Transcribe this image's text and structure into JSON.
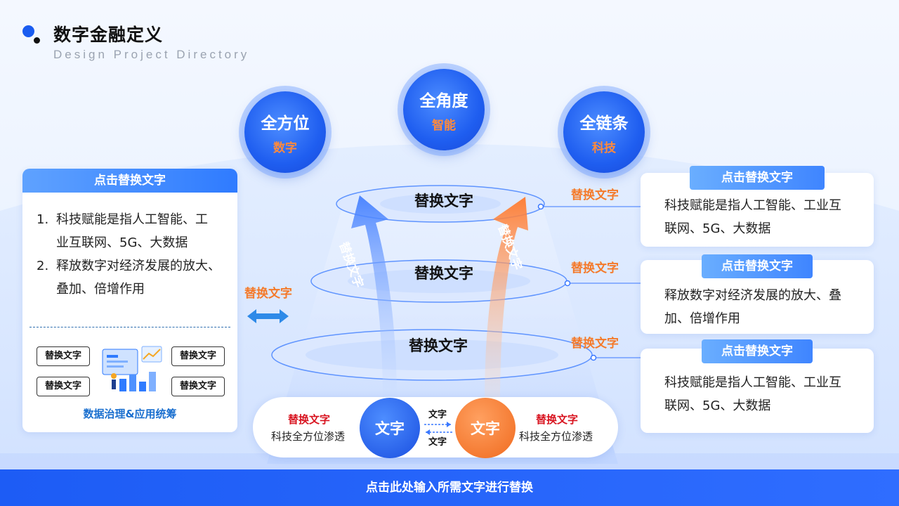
{
  "header": {
    "title": "数字金融定义",
    "subtitle": "Design Project Directory"
  },
  "top_circles": [
    {
      "main": "全方位",
      "sub": "数字"
    },
    {
      "main": "全角度",
      "sub": "智能"
    },
    {
      "main": "全链条",
      "sub": "科技"
    }
  ],
  "left_card": {
    "header": "点击替换文字",
    "items": [
      {
        "num": "1.",
        "line1": "科技赋能是指人工智能、工",
        "line2": "业互联网、5G、大数据"
      },
      {
        "num": "2.",
        "line1": "释放数字对经济发展的放大、",
        "line2": "叠加、倍增作用"
      }
    ],
    "tags": [
      "替换文字",
      "替换文字",
      "替换文字",
      "替换文字"
    ],
    "caption": "数据治理&应用统筹"
  },
  "center": {
    "layers": [
      "替换文字",
      "替换文字",
      "替换文字"
    ],
    "arrow_left_text": "替换文字",
    "arrow_right_text": "替换文字",
    "side_label": "替换文字",
    "right_labels": [
      "替换文字",
      "替换文字",
      "替换文字"
    ]
  },
  "right_cards": [
    {
      "header": "点击替换文字",
      "line1": "科技赋能是指人工智能、工业互",
      "line2": "联网、5G、大数据"
    },
    {
      "header": "点击替换文字",
      "line1": "释放数字对经济发展的放大、叠",
      "line2": "加、倍增作用"
    },
    {
      "header": "点击替换文字",
      "line1": "科技赋能是指人工智能、工业互",
      "line2": "联网、5G、大数据"
    }
  ],
  "bottom_pill": {
    "left_title": "替换文字",
    "left_text": "科技全方位渗透",
    "circle_left": "文字",
    "mid_top": "文字",
    "mid_bottom": "文字",
    "circle_right": "文字",
    "right_title": "替换文字",
    "right_text": "科技全方位渗透"
  },
  "footer": {
    "text": "点击此处输入所需文字进行替换"
  },
  "colors": {
    "primary_blue": "#1f5ef0",
    "accent_orange": "#f47a2a",
    "red_text": "#d8131f"
  }
}
